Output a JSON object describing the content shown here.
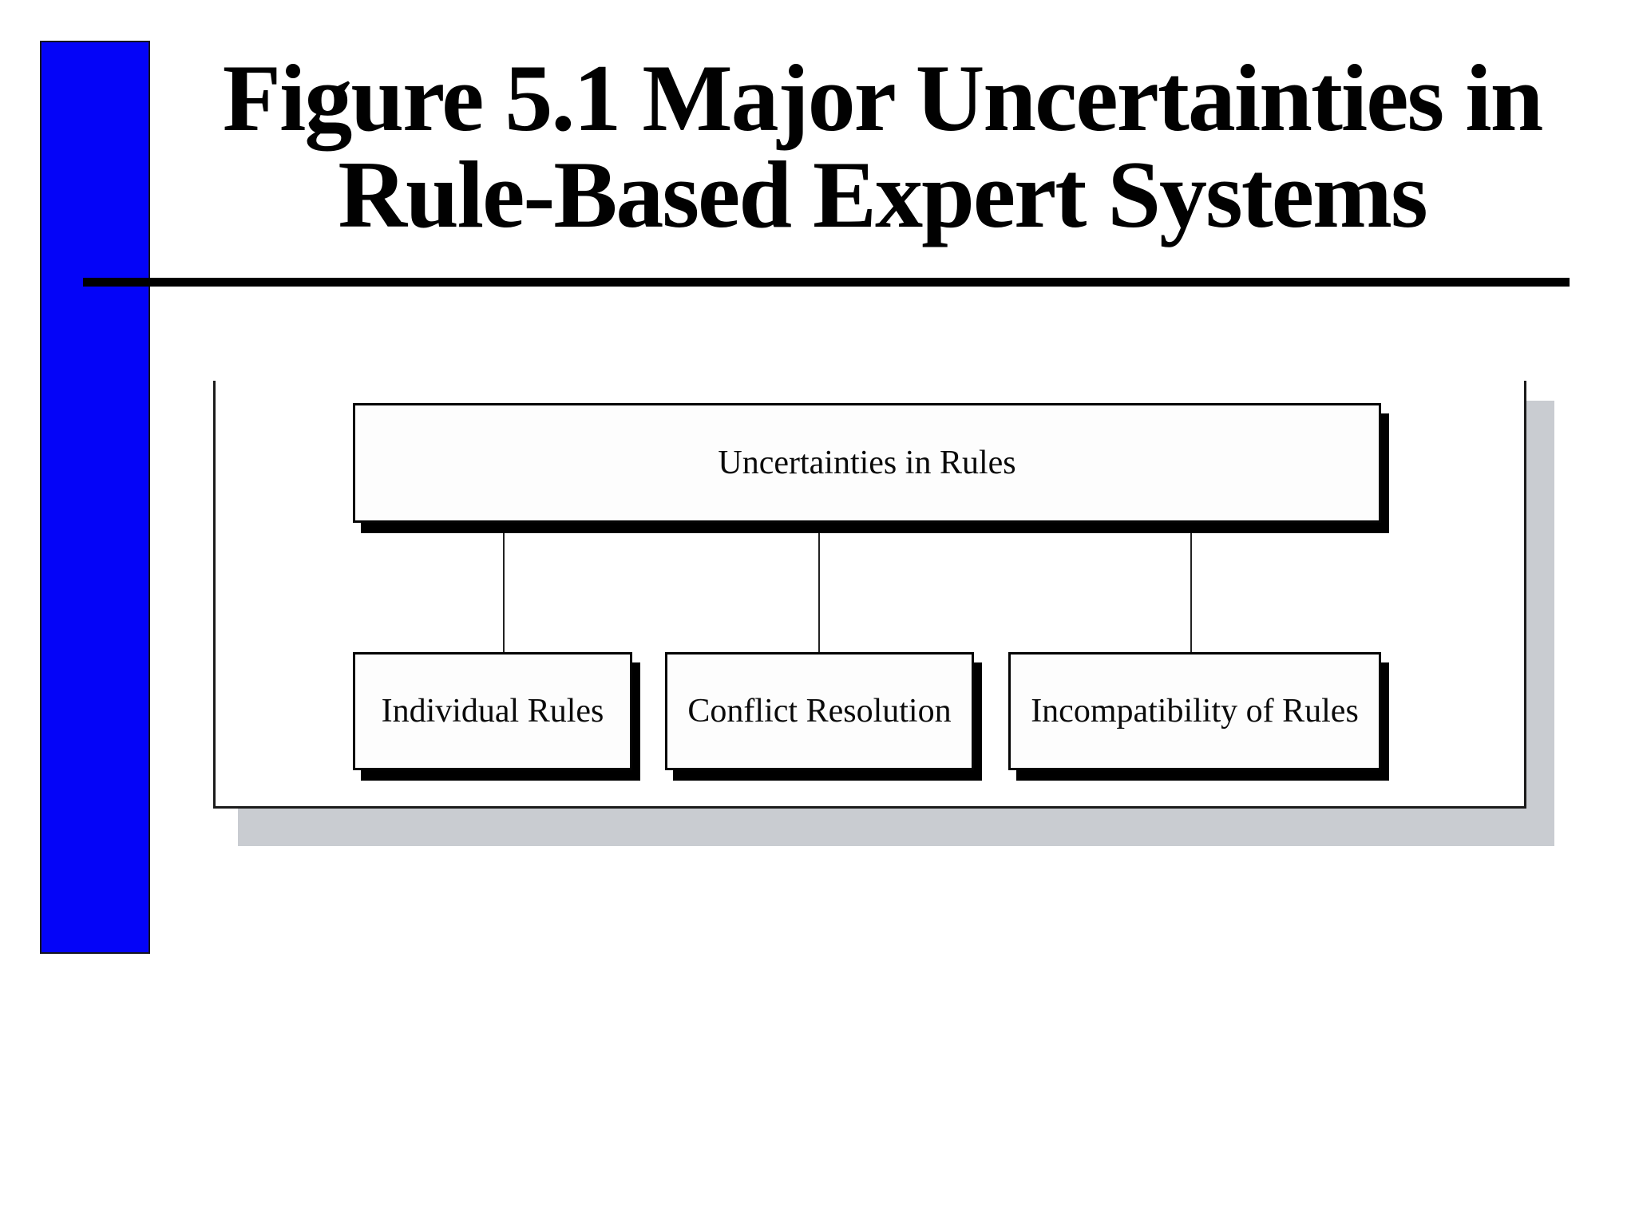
{
  "title": {
    "line1": "Figure 5.1 Major Uncertainties in",
    "line2": "Rule-Based Expert Systems"
  },
  "diagram": {
    "root_label": "Uncertainties in Rules",
    "children": [
      {
        "label": "Individual Rules"
      },
      {
        "label": "Conflict Resolution"
      },
      {
        "label": "Incompatibility of Rules"
      }
    ]
  },
  "colors": {
    "accent_bar_blue": "#0404F8",
    "frame_shadow_gray": "#C9CCD1",
    "node_shadow_black": "#000000",
    "text_black": "#010101"
  }
}
